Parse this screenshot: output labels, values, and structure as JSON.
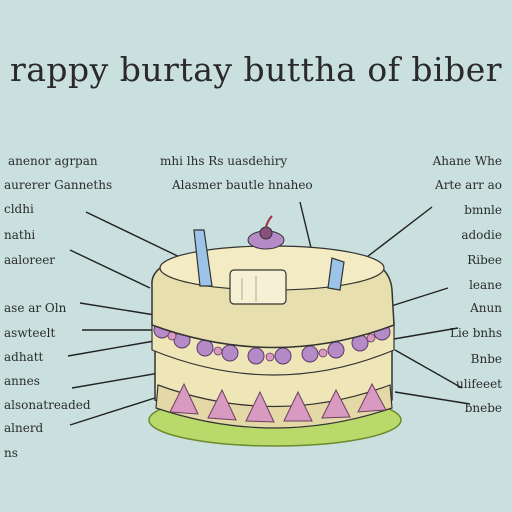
{
  "title": "rappy burtay buttha of biber",
  "labels_left": [
    "anenor agrpan",
    "aurerer Ganneths",
    "cldhi",
    "nathi",
    "aaloreer",
    "ase ar Oln",
    "aswteelt",
    "adhatt",
    "annes",
    "alsonatreaded",
    "alnerd",
    "ns"
  ],
  "labels_top_center": [
    "mhi lhs Rs uasdehiry",
    "Alasmer bautle hnaheo"
  ],
  "labels_right": [
    "Ahane Whe",
    "Arte arr ao",
    "bmnle",
    "adodie",
    "Ribee",
    "leane",
    "Anun",
    "Lie bnhs",
    "Bnbe",
    "ulifeeet",
    "bnebe"
  ],
  "colors": {
    "background": "#c9e0de",
    "cake_cream": "#efe6b8",
    "frosting_purple": "#b48bc6",
    "flower_pink": "#d89ac0",
    "plate_green": "#b9d96a",
    "candle_blue": "#9cc4e8"
  }
}
